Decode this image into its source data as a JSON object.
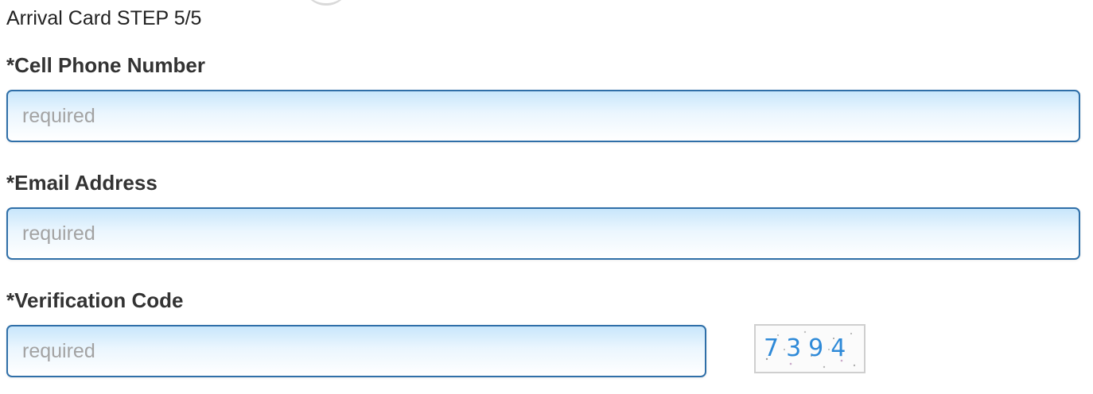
{
  "form": {
    "step_title": "Arrival Card STEP 5/5",
    "fields": [
      {
        "label": "*Cell Phone Number",
        "value": "",
        "placeholder": "required"
      },
      {
        "label": "*Email Address",
        "value": "",
        "placeholder": "required"
      },
      {
        "label": "*Verification Code",
        "value": "",
        "placeholder": "required"
      }
    ],
    "captcha": {
      "text": "7394"
    }
  },
  "colors": {
    "input_border": "#2f6fa8",
    "input_gradient_top": "#c8e6fb",
    "captcha_text": "#2f8ad8",
    "placeholder": "#a3a3a3"
  }
}
